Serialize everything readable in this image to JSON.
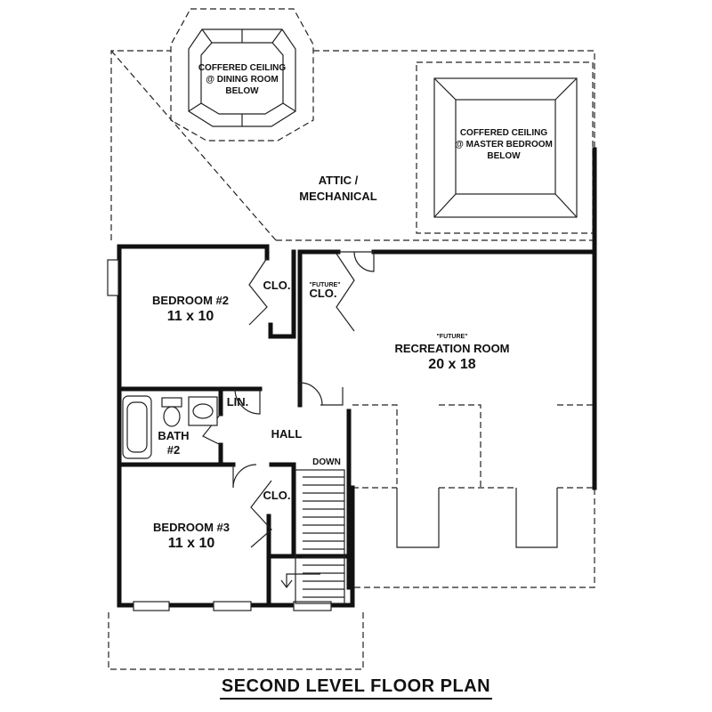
{
  "attic": {
    "coffered_dining": [
      "COFFERED CEILING",
      "@ DINING ROOM",
      "BELOW"
    ],
    "coffered_master": [
      "COFFERED CEILING",
      "@ MASTER BEDROOM",
      "BELOW"
    ],
    "attic_label": [
      "ATTIC /",
      "MECHANICAL"
    ]
  },
  "rooms": {
    "bedroom2": {
      "name": "BEDROOM #2",
      "size": "11 x 10"
    },
    "bedroom3": {
      "name": "BEDROOM #3",
      "size": "11 x 10"
    },
    "bath2": {
      "name": [
        "BATH",
        "#2"
      ]
    },
    "lin": "LIN.",
    "hall": "HALL",
    "down": "DOWN",
    "closet": "CLO.",
    "future_small": "\"FUTURE\"",
    "recreation": {
      "future": "\"FUTURE\"",
      "name": "RECREATION ROOM",
      "size": "20 x 18"
    }
  },
  "caption": "SECOND LEVEL FLOOR PLAN"
}
